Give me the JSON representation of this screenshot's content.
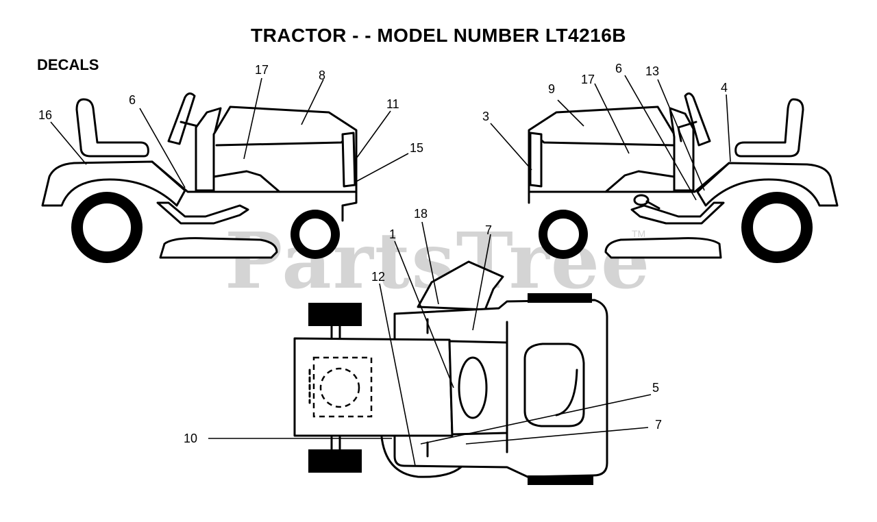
{
  "title": "TRACTOR - - MODEL NUMBER LT4216B",
  "section": "DECALS",
  "watermark": "PartsTree",
  "trademark": "TM",
  "colors": {
    "line": "#000000",
    "watermark": "#d4d4d4",
    "background": "#ffffff"
  },
  "callouts": [
    {
      "id": "16",
      "label": "16"
    },
    {
      "id": "6a",
      "label": "6"
    },
    {
      "id": "17a",
      "label": "17"
    },
    {
      "id": "8",
      "label": "8"
    },
    {
      "id": "11",
      "label": "11"
    },
    {
      "id": "15",
      "label": "15"
    },
    {
      "id": "3",
      "label": "3"
    },
    {
      "id": "9",
      "label": "9"
    },
    {
      "id": "17b",
      "label": "17"
    },
    {
      "id": "6b",
      "label": "6"
    },
    {
      "id": "13",
      "label": "13"
    },
    {
      "id": "4",
      "label": "4"
    },
    {
      "id": "18",
      "label": "18"
    },
    {
      "id": "7a",
      "label": "7"
    },
    {
      "id": "1",
      "label": "1"
    },
    {
      "id": "12",
      "label": "12"
    },
    {
      "id": "5",
      "label": "5"
    },
    {
      "id": "7b",
      "label": "7"
    },
    {
      "id": "10",
      "label": "10"
    }
  ]
}
